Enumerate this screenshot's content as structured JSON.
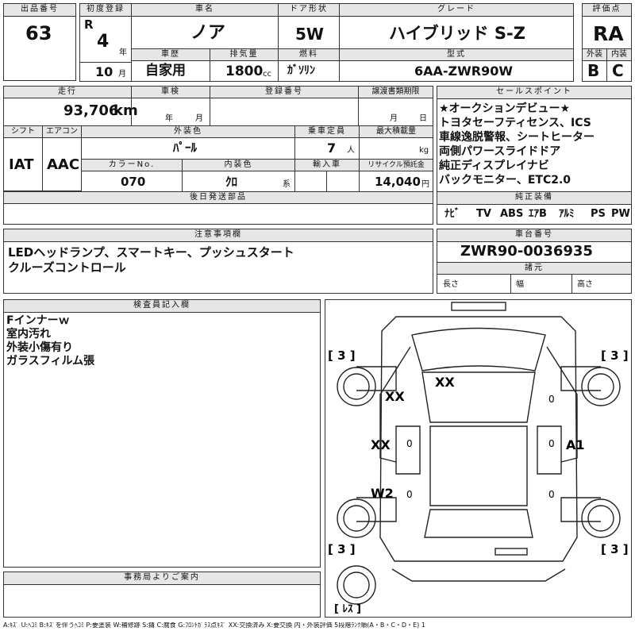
{
  "header": {
    "lot_no_label": "出品番号",
    "lot_no": "63",
    "first_reg_label": "初度登録",
    "era": "R",
    "year_value": "4",
    "year_unit": "年",
    "month_value": "10",
    "month_unit": "月",
    "model_label": "車名",
    "model": "ノア",
    "door_label": "ドア形状",
    "door": "5W",
    "grade_label": "グレード",
    "grade": "ハイブリッド S-Z",
    "score_label": "評価点",
    "score": "RA",
    "history_label": "車歴",
    "history": "自家用",
    "displacement_label": "排気量",
    "displacement": "1800",
    "displacement_unit": "cc",
    "fuel_label": "燃料",
    "fuel": "ｶﾞｿﾘﾝ",
    "type_label": "型式",
    "type": "6AA-ZWR90W",
    "exterior_label": "外装",
    "exterior_grade": "B",
    "interior_label": "内装",
    "interior_grade": "C"
  },
  "specs": {
    "mileage_label": "走行",
    "mileage": "93,706",
    "mileage_unit": "km",
    "inspection_label": "車検",
    "inspection_year_unit": "年",
    "inspection_month_unit": "月",
    "reg_no_label": "登録番号",
    "transfer_label": "譲渡書類期限",
    "transfer_month_unit": "月",
    "transfer_day_unit": "日",
    "shift_label": "シフト",
    "shift": "IAT",
    "ac_label": "エアコン",
    "ac": "AAC",
    "color_label": "外装色",
    "color": "ﾊﾟｰﾙ",
    "capacity_label": "乗車定員",
    "capacity": "7",
    "capacity_unit": "人",
    "load_label": "最大積載量",
    "load_unit": "kg",
    "color_no_label": "カラーNo.",
    "color_no": "070",
    "interior_color_label": "内装色",
    "interior_color": "ｸﾛ",
    "interior_color_unit": "系",
    "import_label": "輸入車",
    "recycle_label": "リサイクル預託金",
    "recycle": "14,040",
    "recycle_unit": "円",
    "later_parts_label": "後日発送部品"
  },
  "selling_points": {
    "label": "セールスポイント",
    "lines": [
      "★オークションデビュー★",
      "トヨタセーフティセンス、ICS",
      "車線逸脱警報、シートヒーター",
      "両側パワースライドドア",
      "純正ディスプレイナビ",
      "バックモニター、ETC2.0"
    ]
  },
  "genuine": {
    "label": "純正装備",
    "items": [
      "ﾅﾋﾞ",
      "TV",
      "ABS",
      "ｴｱB",
      "ｱﾙﾐ",
      "PS",
      "PW"
    ]
  },
  "caution": {
    "label": "注意事項欄",
    "lines": [
      "LEDヘッドランプ、スマートキー、プッシュスタート",
      "クルーズコントロール"
    ]
  },
  "chassis": {
    "label": "車台番号",
    "number": "ZWR90-0036935",
    "dims_label": "諸元",
    "length_label": "長さ",
    "width_label": "幅",
    "height_label": "高さ"
  },
  "inspector": {
    "label": "検査員記入欄",
    "lines": [
      "Fインナーｗ",
      "室内汚れ",
      "外装小傷有り",
      "ガラスフィルム張"
    ]
  },
  "office": {
    "label": "事務局よりご案内"
  },
  "diagram": {
    "tire_fl": "[ 3 ]",
    "tire_fr": "[ 3 ]",
    "tire_rl": "[ 3 ]",
    "tire_rr": "[ 3 ]",
    "spare": "[ ﾚｽ ]",
    "marks": {
      "roof": "XX",
      "front_left": "XX",
      "left_door": "XX",
      "rear_left": "W2",
      "right_door": "A1"
    },
    "zeros": [
      "0",
      "0",
      "0",
      "0",
      "0"
    ]
  },
  "legend": "A:ｷｽﾞ U:ﾍｺﾐ B:ｷｽﾞを伴うﾍｺﾐ P:要塗装 W:補修跡 S:錆 C:腐食 G:ﾌﾛﾝﾄｶﾞﾗｽ点ｷｽﾞ XX:交換済み X:要交換 内・外装評価 5段階ﾗﾝｸ順(A・B・C・D・E) 1"
}
